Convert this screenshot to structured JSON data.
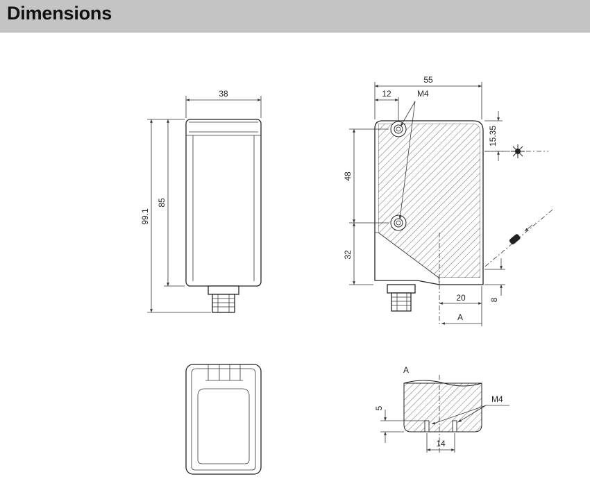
{
  "header": {
    "title": "Dimensions"
  },
  "front_view": {
    "width": "38",
    "height_total": "99.1",
    "height_body": "85"
  },
  "side_view": {
    "width": "55",
    "hole_offset": "12",
    "thread": "M4",
    "beam_offset": "15.35",
    "hole_spacing": "48",
    "lower_offset": "32",
    "section_offset": "20",
    "bottom_offset": "8",
    "section_label": "A"
  },
  "section_view": {
    "label": "A",
    "thread": "M4",
    "depth": "5",
    "spacing": "14"
  },
  "colors": {
    "header_bg": "#c4c4c4",
    "line": "#222222"
  }
}
